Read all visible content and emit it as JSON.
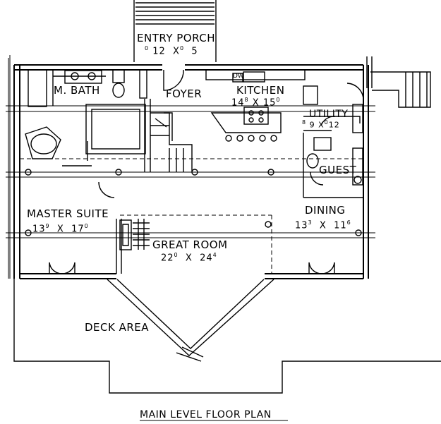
{
  "title": "MAIN LEVEL FLOOR PLAN",
  "rooms": {
    "entry_porch": {
      "name": "ENTRY PORCH",
      "w": "12",
      "wi": "0",
      "d": "5",
      "di": "0"
    },
    "m_bath": {
      "name": "M. BATH"
    },
    "foyer": {
      "name": "FOYER"
    },
    "kitchen": {
      "name": "KITCHEN",
      "w": "14",
      "wi": "8",
      "d": "15",
      "di": "0"
    },
    "utility": {
      "name": "UTILITY",
      "w": "9",
      "wi": "8",
      "d": "12",
      "di": "0"
    },
    "guest": {
      "name": "GUEST"
    },
    "master_suite": {
      "name": "MASTER SUITE",
      "w": "13",
      "wi": "9",
      "d": "17",
      "di": "0"
    },
    "dining": {
      "name": "DINING",
      "w": "13",
      "wi": "3",
      "d": "11",
      "di": "6"
    },
    "great_room": {
      "name": "GREAT ROOM",
      "w": "22",
      "wi": "0",
      "d": "24",
      "di": "4"
    },
    "deck_area": {
      "name": "DECK AREA"
    }
  },
  "fixtures": {
    "dishwasher_label": "DW"
  },
  "separator": "X"
}
